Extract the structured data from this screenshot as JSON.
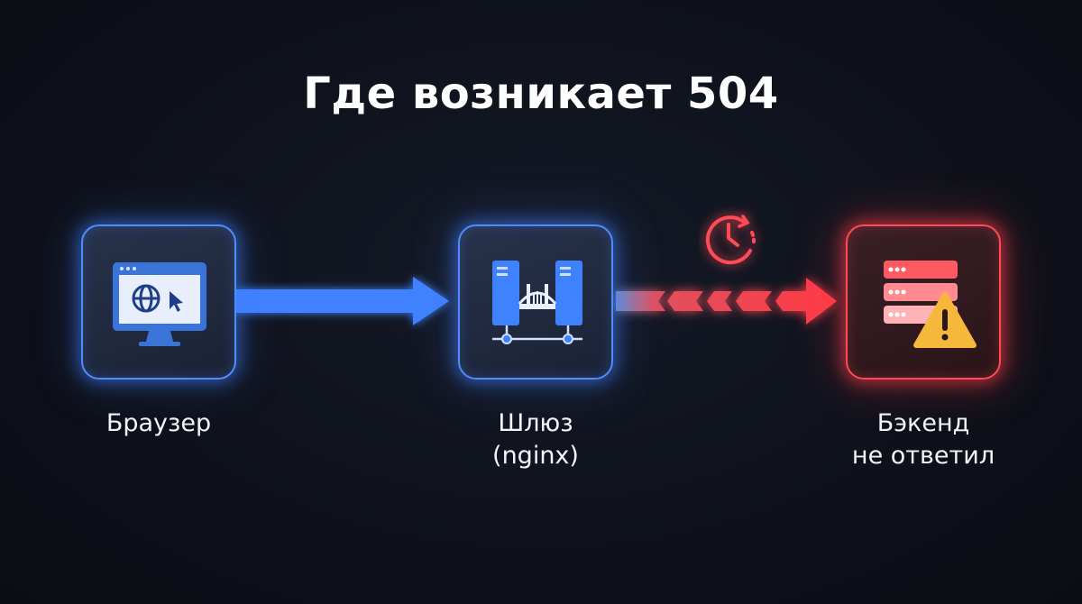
{
  "title": "Где возникает 504",
  "nodes": {
    "browser": {
      "label": "Браузер"
    },
    "gateway": {
      "label_line1": "Шлюз",
      "label_line2": "(nginx)"
    },
    "backend": {
      "label_line1": "Бэкенд",
      "label_line2": "не ответил"
    }
  },
  "colors": {
    "accent_blue": "#4f8dff",
    "accent_red": "#ff4b55",
    "warning_yellow": "#f5b83a"
  },
  "icons": {
    "browser": "browser-window-globe-cursor-icon",
    "gateway": "servers-bridge-icon",
    "timeout": "clock-timeout-icon",
    "backend": "server-stack-warning-icon"
  }
}
